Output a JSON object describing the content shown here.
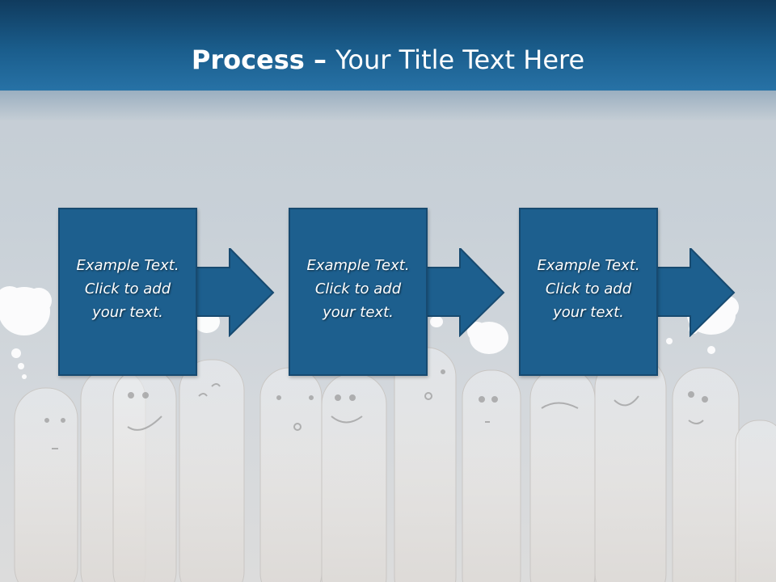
{
  "title": {
    "bold": "Process",
    "dash": " – ",
    "rest": "Your Title Text Here"
  },
  "steps": [
    {
      "text": "Example Text.\nClick  to add\nyour text."
    },
    {
      "text": "Example Text.\nClick  to add\nyour text."
    },
    {
      "text": "Example Text.\nClick  to add\nyour text."
    }
  ],
  "colors": {
    "header": "#1a5d8c",
    "box": "#1d5f8e",
    "box_border": "#174a70",
    "arrow": "#1d5f8e"
  },
  "background_image": "smiley-faced-fingers-with-thought-bubbles"
}
